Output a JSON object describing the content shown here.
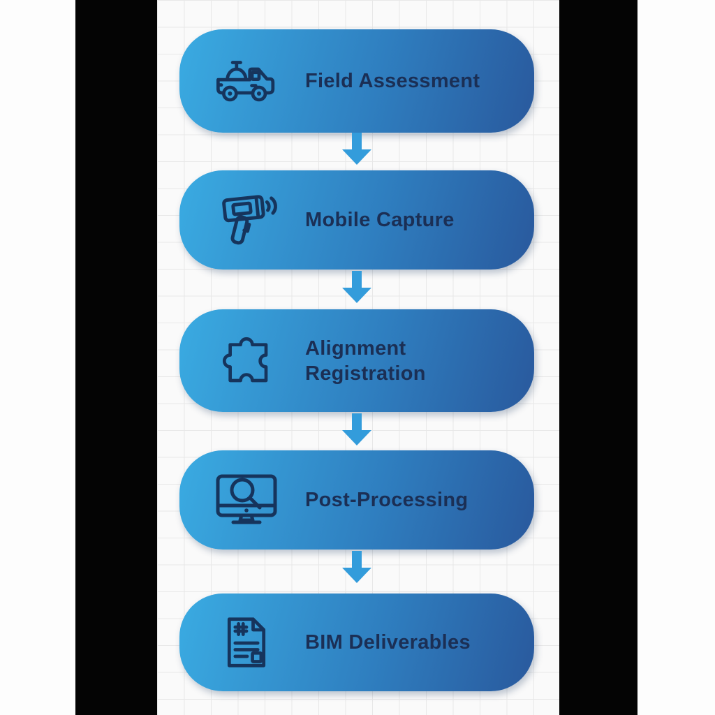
{
  "flow": {
    "steps": [
      {
        "label": "Field Assessment",
        "icon": "survey-truck-icon"
      },
      {
        "label": "Mobile Capture",
        "icon": "handheld-scanner-icon"
      },
      {
        "label": "Alignment Registration",
        "label_lines": [
          "Alignment",
          "Registration"
        ],
        "icon": "puzzle-piece-icon"
      },
      {
        "label": "Post-Processing",
        "icon": "monitor-search-icon"
      },
      {
        "label": "BIM Deliverables",
        "icon": "document-icon"
      }
    ],
    "connector": "down-arrow"
  },
  "colors": {
    "box_gradient_start": "#3aabe2",
    "box_gradient_mid": "#2f7fc0",
    "box_gradient_end": "#29599d",
    "arrow": "#339cdb",
    "icon_stroke": "#16345c",
    "label_text": "#1b2f55",
    "side_bars": "#040404",
    "grid_background": "#fafafa",
    "grid_line": "#e8e8e8"
  }
}
